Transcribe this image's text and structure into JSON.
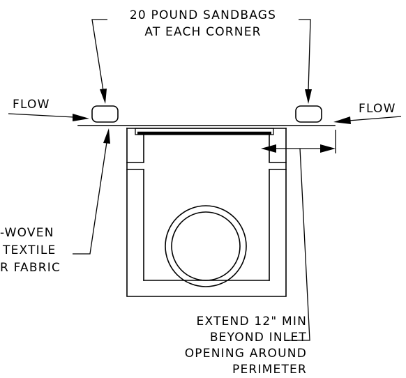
{
  "labels": {
    "sandbags_line1": "20 POUND SANDBAGS",
    "sandbags_line2": "AT EACH CORNER",
    "flow_left": "FLOW",
    "flow_right": "FLOW",
    "fabric_line1": "-WOVEN",
    "fabric_line2": "TEXTILE",
    "fabric_line3": "R FABRIC",
    "extend_line1": "EXTEND 12\" MIN",
    "extend_line2": "BEYOND INLET",
    "extend_line3": "OPENING AROUND",
    "extend_line4": "PERIMETER"
  },
  "colors": {
    "ink": "#000000",
    "paper": "#ffffff"
  }
}
